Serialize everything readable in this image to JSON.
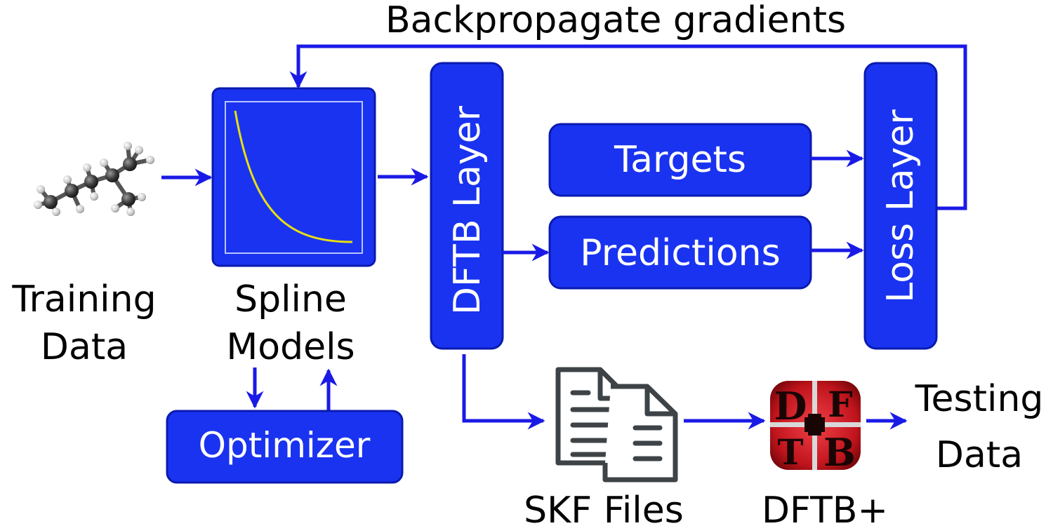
{
  "title": "Backpropagate gradients",
  "nodes": {
    "training_data": [
      "Training",
      "Data"
    ],
    "spline_models": [
      "Spline",
      "Models"
    ],
    "optimizer": "Optimizer",
    "dftb_layer": "DFTB Layer",
    "targets": "Targets",
    "predictions": "Predictions",
    "loss_layer": "Loss Layer",
    "skf_files": "SKF Files",
    "dftb_plus": "DFTB+",
    "testing_data": [
      "Testing",
      "Data"
    ]
  },
  "logo_letters": [
    "D",
    "F",
    "T",
    "B"
  ],
  "colors": {
    "box_fill": "#1a33f0",
    "box_stroke": "#0a1ab0",
    "arrow": "#1a1ae6",
    "curve": "#e8e010",
    "doc_icon": "#3d4347",
    "logo_red": "#c0141c"
  },
  "icons": [
    "molecule-icon",
    "spline-curve-icon",
    "document-icon",
    "dftb-plus-logo"
  ]
}
